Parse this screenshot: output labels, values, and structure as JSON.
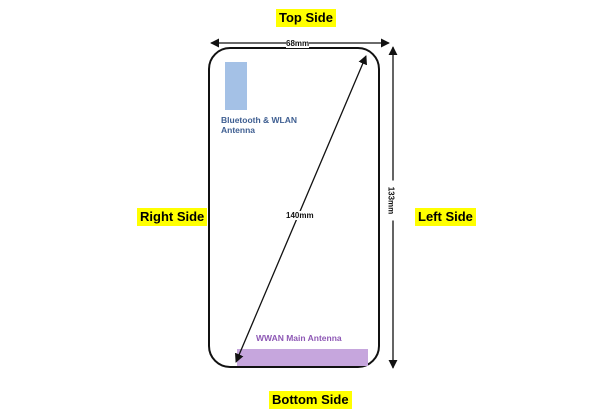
{
  "sides": {
    "top": "Top Side",
    "bottom": "Bottom Side",
    "left": "Left Side",
    "right": "Right Side"
  },
  "dimensions": {
    "width": "68mm",
    "height": "133mm",
    "diagonal": "140mm"
  },
  "antennas": {
    "bluetooth_wlan": "Bluetooth & WLAN\nAntenna",
    "wwan_main": "WWAN Main Antenna"
  },
  "colors": {
    "side_label_bg": "#ffff00",
    "bt_antenna_fill": "#a4c1e6",
    "bt_antenna_text": "#3e5e91",
    "wwan_antenna_fill": "#c6a6dd",
    "wwan_antenna_text": "#8e58b5",
    "outline": "#111111"
  }
}
